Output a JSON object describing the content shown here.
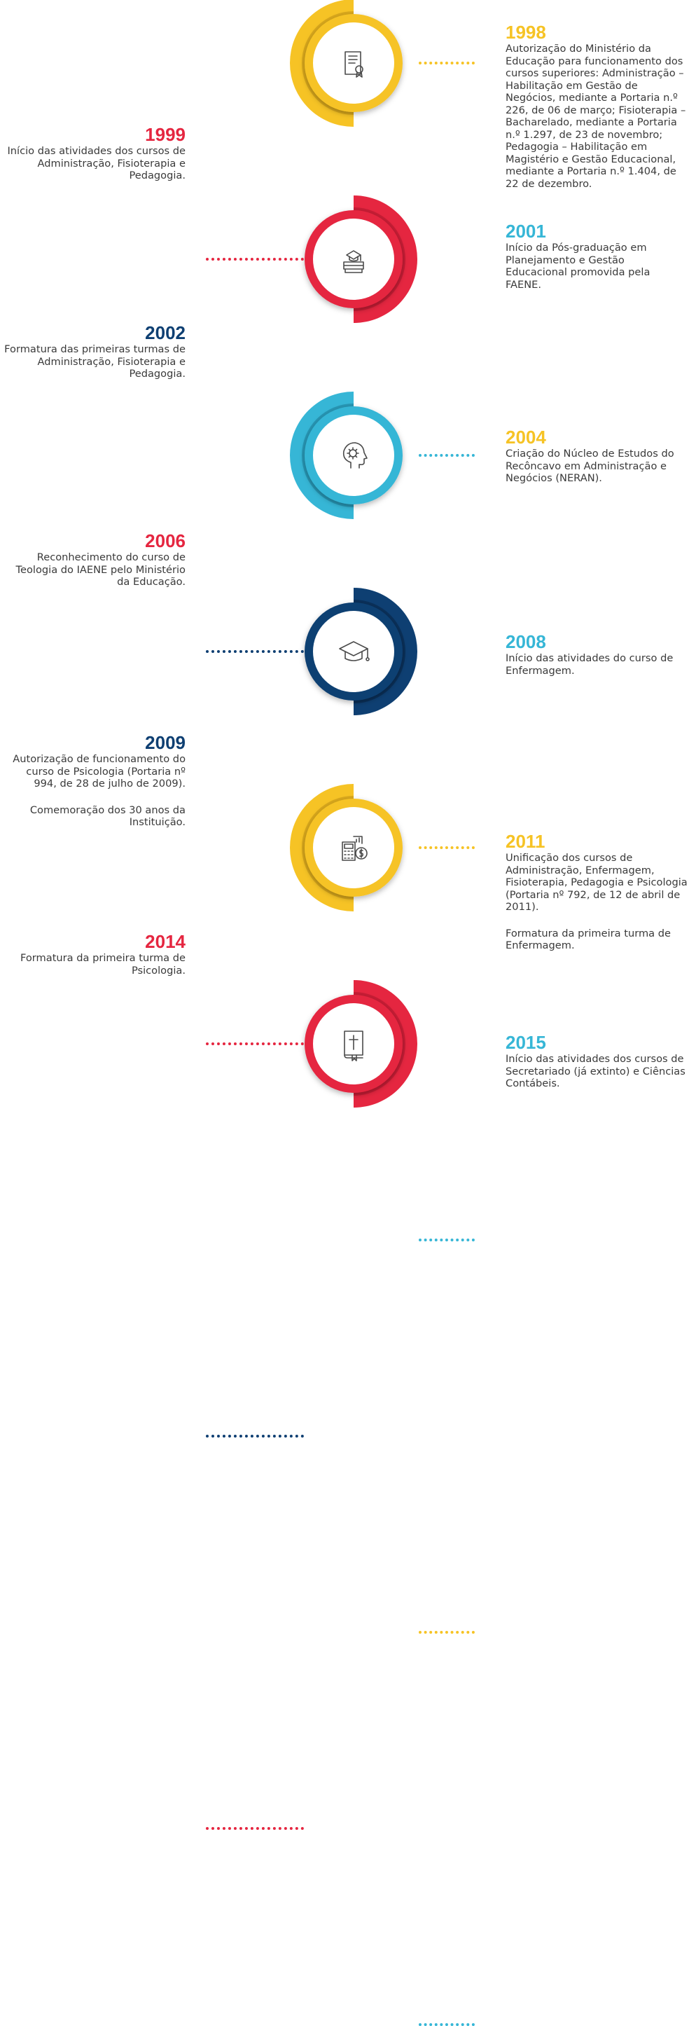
{
  "colors": {
    "yellow": "#f6c325",
    "red": "#e52640",
    "cyan": "#36b6d6",
    "navy": "#0e3f72",
    "text": "#3a3a3a",
    "icon": "#4a4a4a"
  },
  "events": [
    {
      "year": "1998",
      "color": "yellow",
      "side": "right",
      "icon": "certificate-document-icon",
      "paragraphs": [
        "Autorização do Ministério da Educação para funcionamento dos cursos superiores: Administração – Habilitação em Gestão de Negócios, mediante a Portaria n.º 226, de 06 de março; Fisioterapia – Bacharelado, mediante a Portaria n.º 1.297, de 23 de novembro; Pedagogia – Habilitação em Magistério e Gestão Educacional, mediante a Portaria n.º 1.404, de 22 de dezembro."
      ]
    },
    {
      "year": "1999",
      "color": "red",
      "side": "left",
      "icon": "books-graduation-cap-icon",
      "paragraphs": [
        "Início das atividades dos cursos de Administração, Fisioterapia e Pedagogia."
      ]
    },
    {
      "year": "2001",
      "color": "cyan",
      "side": "right",
      "icon": "head-gear-icon",
      "paragraphs": [
        "Início da Pós-graduação em Planejamento e Gestão Educacional promovida pela FAENE."
      ]
    },
    {
      "year": "2002",
      "color": "navy",
      "side": "left",
      "icon": "graduation-cap-icon",
      "paragraphs": [
        "Formatura das primeiras turmas de Administração, Fisioterapia e Pedagogia."
      ]
    },
    {
      "year": "2004",
      "color": "yellow",
      "side": "right",
      "icon": "calculator-finance-icon",
      "paragraphs": [
        "Criação do Núcleo de Estudos do Recôncavo em Administração e Negócios (NERAN)."
      ]
    },
    {
      "year": "2006",
      "color": "red",
      "side": "left",
      "icon": "bible-cross-icon",
      "paragraphs": [
        "Reconhecimento do curso de Teologia do IAENE pelo Ministério da Educação."
      ]
    },
    {
      "year": "2008",
      "color": "cyan",
      "side": "right",
      "icon": "medical-cross-icon",
      "paragraphs": [
        "Início das atividades do curso de Enfermagem."
      ]
    },
    {
      "year": "2009",
      "color": "navy",
      "side": "left",
      "icon": "head-brain-icon",
      "paragraphs": [
        "Autorização de funcionamento do curso de Psicologia (Portaria nº 994, de 28 de julho de 2009).",
        "Comemoração dos 30 anos da Instituição."
      ]
    },
    {
      "year": "2011",
      "color": "yellow",
      "side": "right",
      "icon": "hands-caps-icon",
      "paragraphs": [
        "Unificação dos cursos de Administração, Enfermagem, Fisioterapia, Pedagogia e Psicologia (Portaria nº 792, de 12 de abril de 2011).",
        "Formatura da primeira turma de Enfermagem."
      ]
    },
    {
      "year": "2014",
      "color": "red",
      "side": "left",
      "icon": "psi-symbol-icon",
      "paragraphs": [
        "Formatura da primeira turma de Psicologia."
      ]
    },
    {
      "year": "2015",
      "color": "cyan",
      "side": "right",
      "icon": "secretary-person-icon",
      "paragraphs": [
        "Início das atividades dos cursos de Secretariado (já extinto) e Ciências Contábeis."
      ]
    }
  ]
}
